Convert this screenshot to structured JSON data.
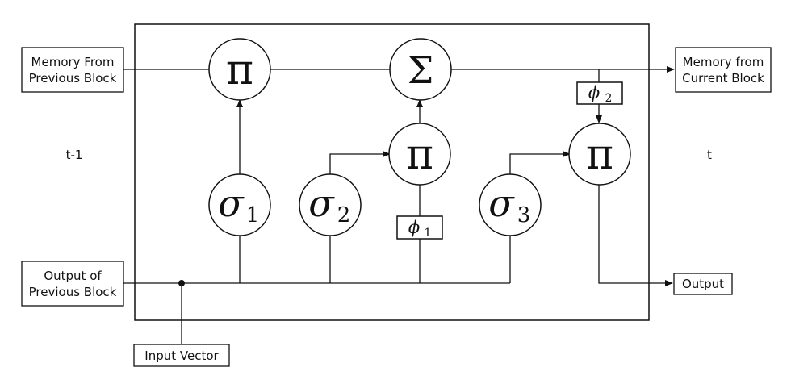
{
  "labels": {
    "memory_from_previous_block_line1": "Memory From",
    "memory_from_previous_block_line2": "Previous Block",
    "memory_from_current_block_line1": "Memory from",
    "memory_from_current_block_line2": "Current Block",
    "output_of_previous_block_line1": "Output of",
    "output_of_previous_block_line2": "Previous Block",
    "output": "Output",
    "input_vector": "Input Vector",
    "time_prev": "t-1",
    "time_curr": "t"
  },
  "nodes": {
    "pi_memory": "π",
    "sum": "Σ",
    "pi_middle": "π",
    "pi_output": "π",
    "sigma1_symbol": "σ",
    "sigma1_sub": "1",
    "sigma2_symbol": "σ",
    "sigma2_sub": "2",
    "sigma3_symbol": "σ",
    "sigma3_sub": "3",
    "phi1_symbol": "ϕ",
    "phi1_sub": "1",
    "phi2_symbol": "ϕ",
    "phi2_sub": "2"
  }
}
